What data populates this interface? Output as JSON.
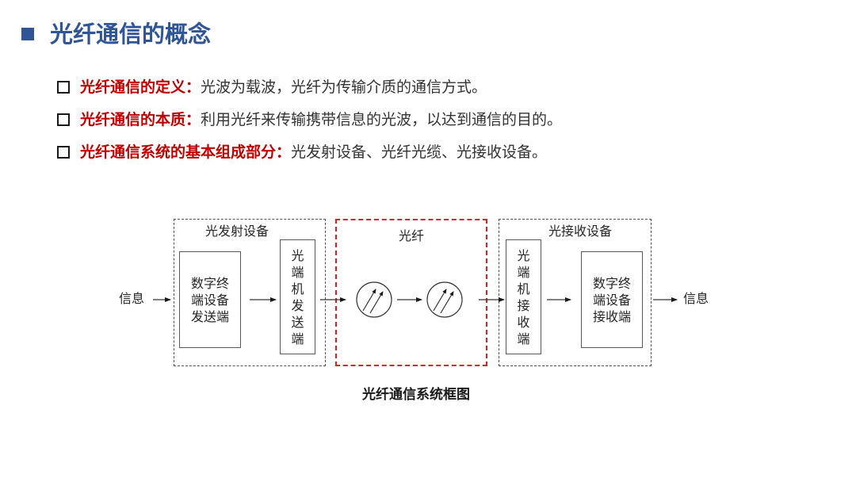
{
  "slide": {
    "title": "光纤通信的概念",
    "title_color": "#2F5597",
    "accent_color": "#C00000"
  },
  "bullets": [
    {
      "term": "光纤通信的定义：",
      "text": "光波为载波，光纤为传输介质的通信方式。"
    },
    {
      "term": "光纤通信的本质：",
      "text": "利用光纤来传输携带信息的光波，以达到通信的目的。"
    },
    {
      "term": "光纤通信系统的基本组成部分：",
      "text": "光发射设备、光纤光缆、光接收设备。"
    }
  ],
  "diagram": {
    "input_label": "信息",
    "output_label": "信息",
    "transmitter": {
      "label": "光发射设备",
      "blocks": [
        {
          "text": "数字终端设备发送端"
        },
        {
          "text": "光端机发送端"
        }
      ]
    },
    "fiber": {
      "label": "光纤",
      "border_color": "#E02020",
      "elements": [
        "fiber-segment-icon",
        "fiber-segment-icon"
      ]
    },
    "receiver": {
      "label": "光接收设备",
      "blocks": [
        {
          "text": "光端机接收端"
        },
        {
          "text": "数字终端设备接收端"
        }
      ]
    },
    "caption": "光纤通信系统框图"
  }
}
